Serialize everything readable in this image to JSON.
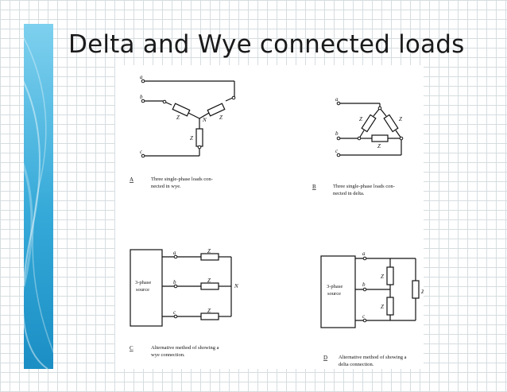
{
  "slide": {
    "title": "Delta and Wye connected loads",
    "accent_color": "#35a9d8"
  },
  "figures": {
    "A": {
      "letter": "A",
      "caption_line1": "Three single-phase loads con-",
      "caption_line2": "nected in wye.",
      "terminals": [
        "a",
        "b",
        "c"
      ],
      "load_label": "Z",
      "neutral_label": "N"
    },
    "B": {
      "letter": "B",
      "caption_line1": "Three single-phase loads con-",
      "caption_line2": "nected in delta.",
      "terminals": [
        "a",
        "b",
        "c"
      ],
      "load_label": "Z"
    },
    "C": {
      "letter": "C",
      "caption_line1": "Alternative method of showing a",
      "caption_line2": "wye connection.",
      "source_line1": "3-phase",
      "source_line2": "source",
      "terminals": [
        "a",
        "b",
        "c"
      ],
      "load_label": "Z",
      "neutral_label": "N"
    },
    "D": {
      "letter": "D",
      "caption_line1": "Alternative method of showing a",
      "caption_line2": "delta connection.",
      "source_line1": "3-phase",
      "source_line2": "source",
      "terminals": [
        "a",
        "b",
        "c"
      ],
      "load_label": "Z"
    }
  }
}
